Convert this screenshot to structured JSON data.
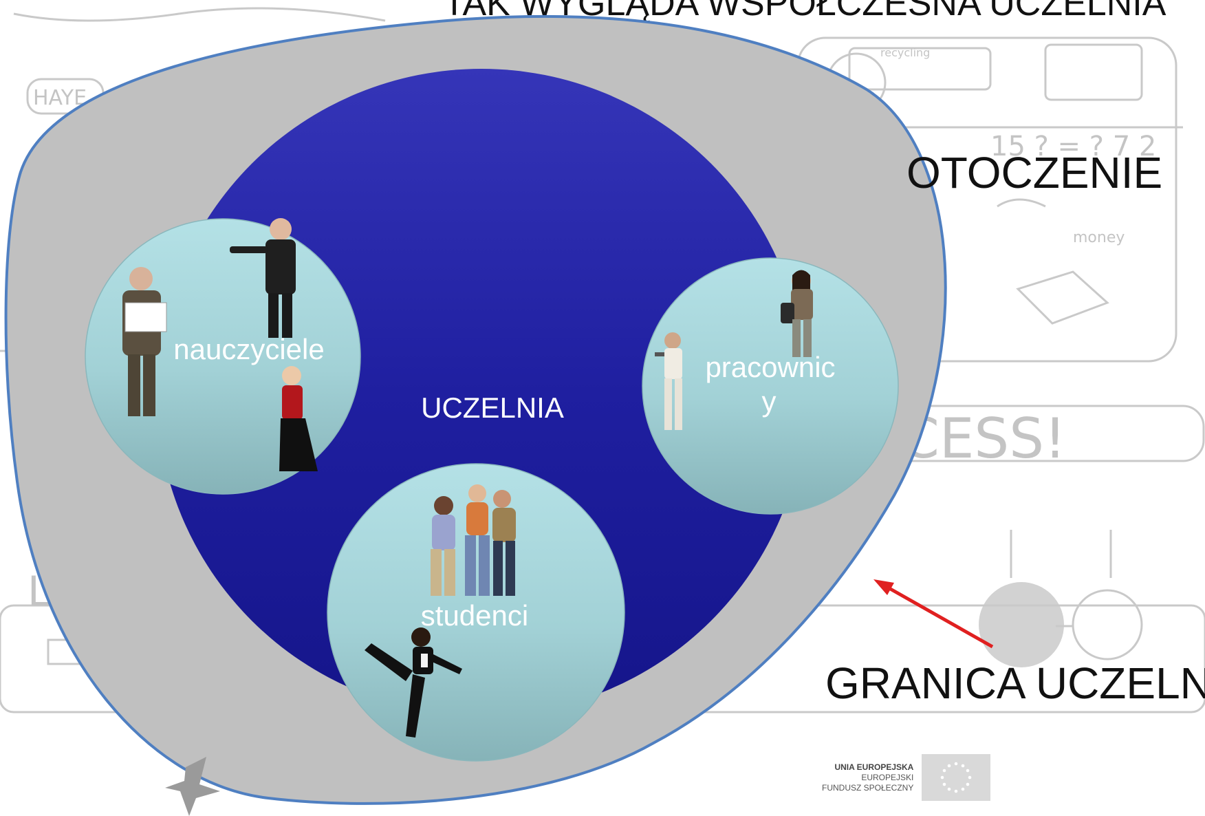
{
  "slide": {
    "title": "TAK WYGLĄDA WSPÓŁCZESNA UCZELNIA",
    "environment_label": "OTOCZENIE",
    "boundary_label": "GRANICA UCZELNI",
    "university_label": "UCZELNIA"
  },
  "groups": {
    "teachers": "nauczyciele",
    "workers_line1": "pracownic",
    "workers_line2": "y",
    "students": "studenci"
  },
  "eu_logo": {
    "line1": "UNIA EUROPEJSKA",
    "line2": "EUROPEJSKI",
    "line3": "FUNDUSZ SPOŁECZNY"
  },
  "colors": {
    "outer_region": "#c0c0c0",
    "outer_border": "#4f7fc1",
    "university": "#1c1c9a",
    "group_circle": "#a6d6dc",
    "arrow": "#e02020"
  }
}
